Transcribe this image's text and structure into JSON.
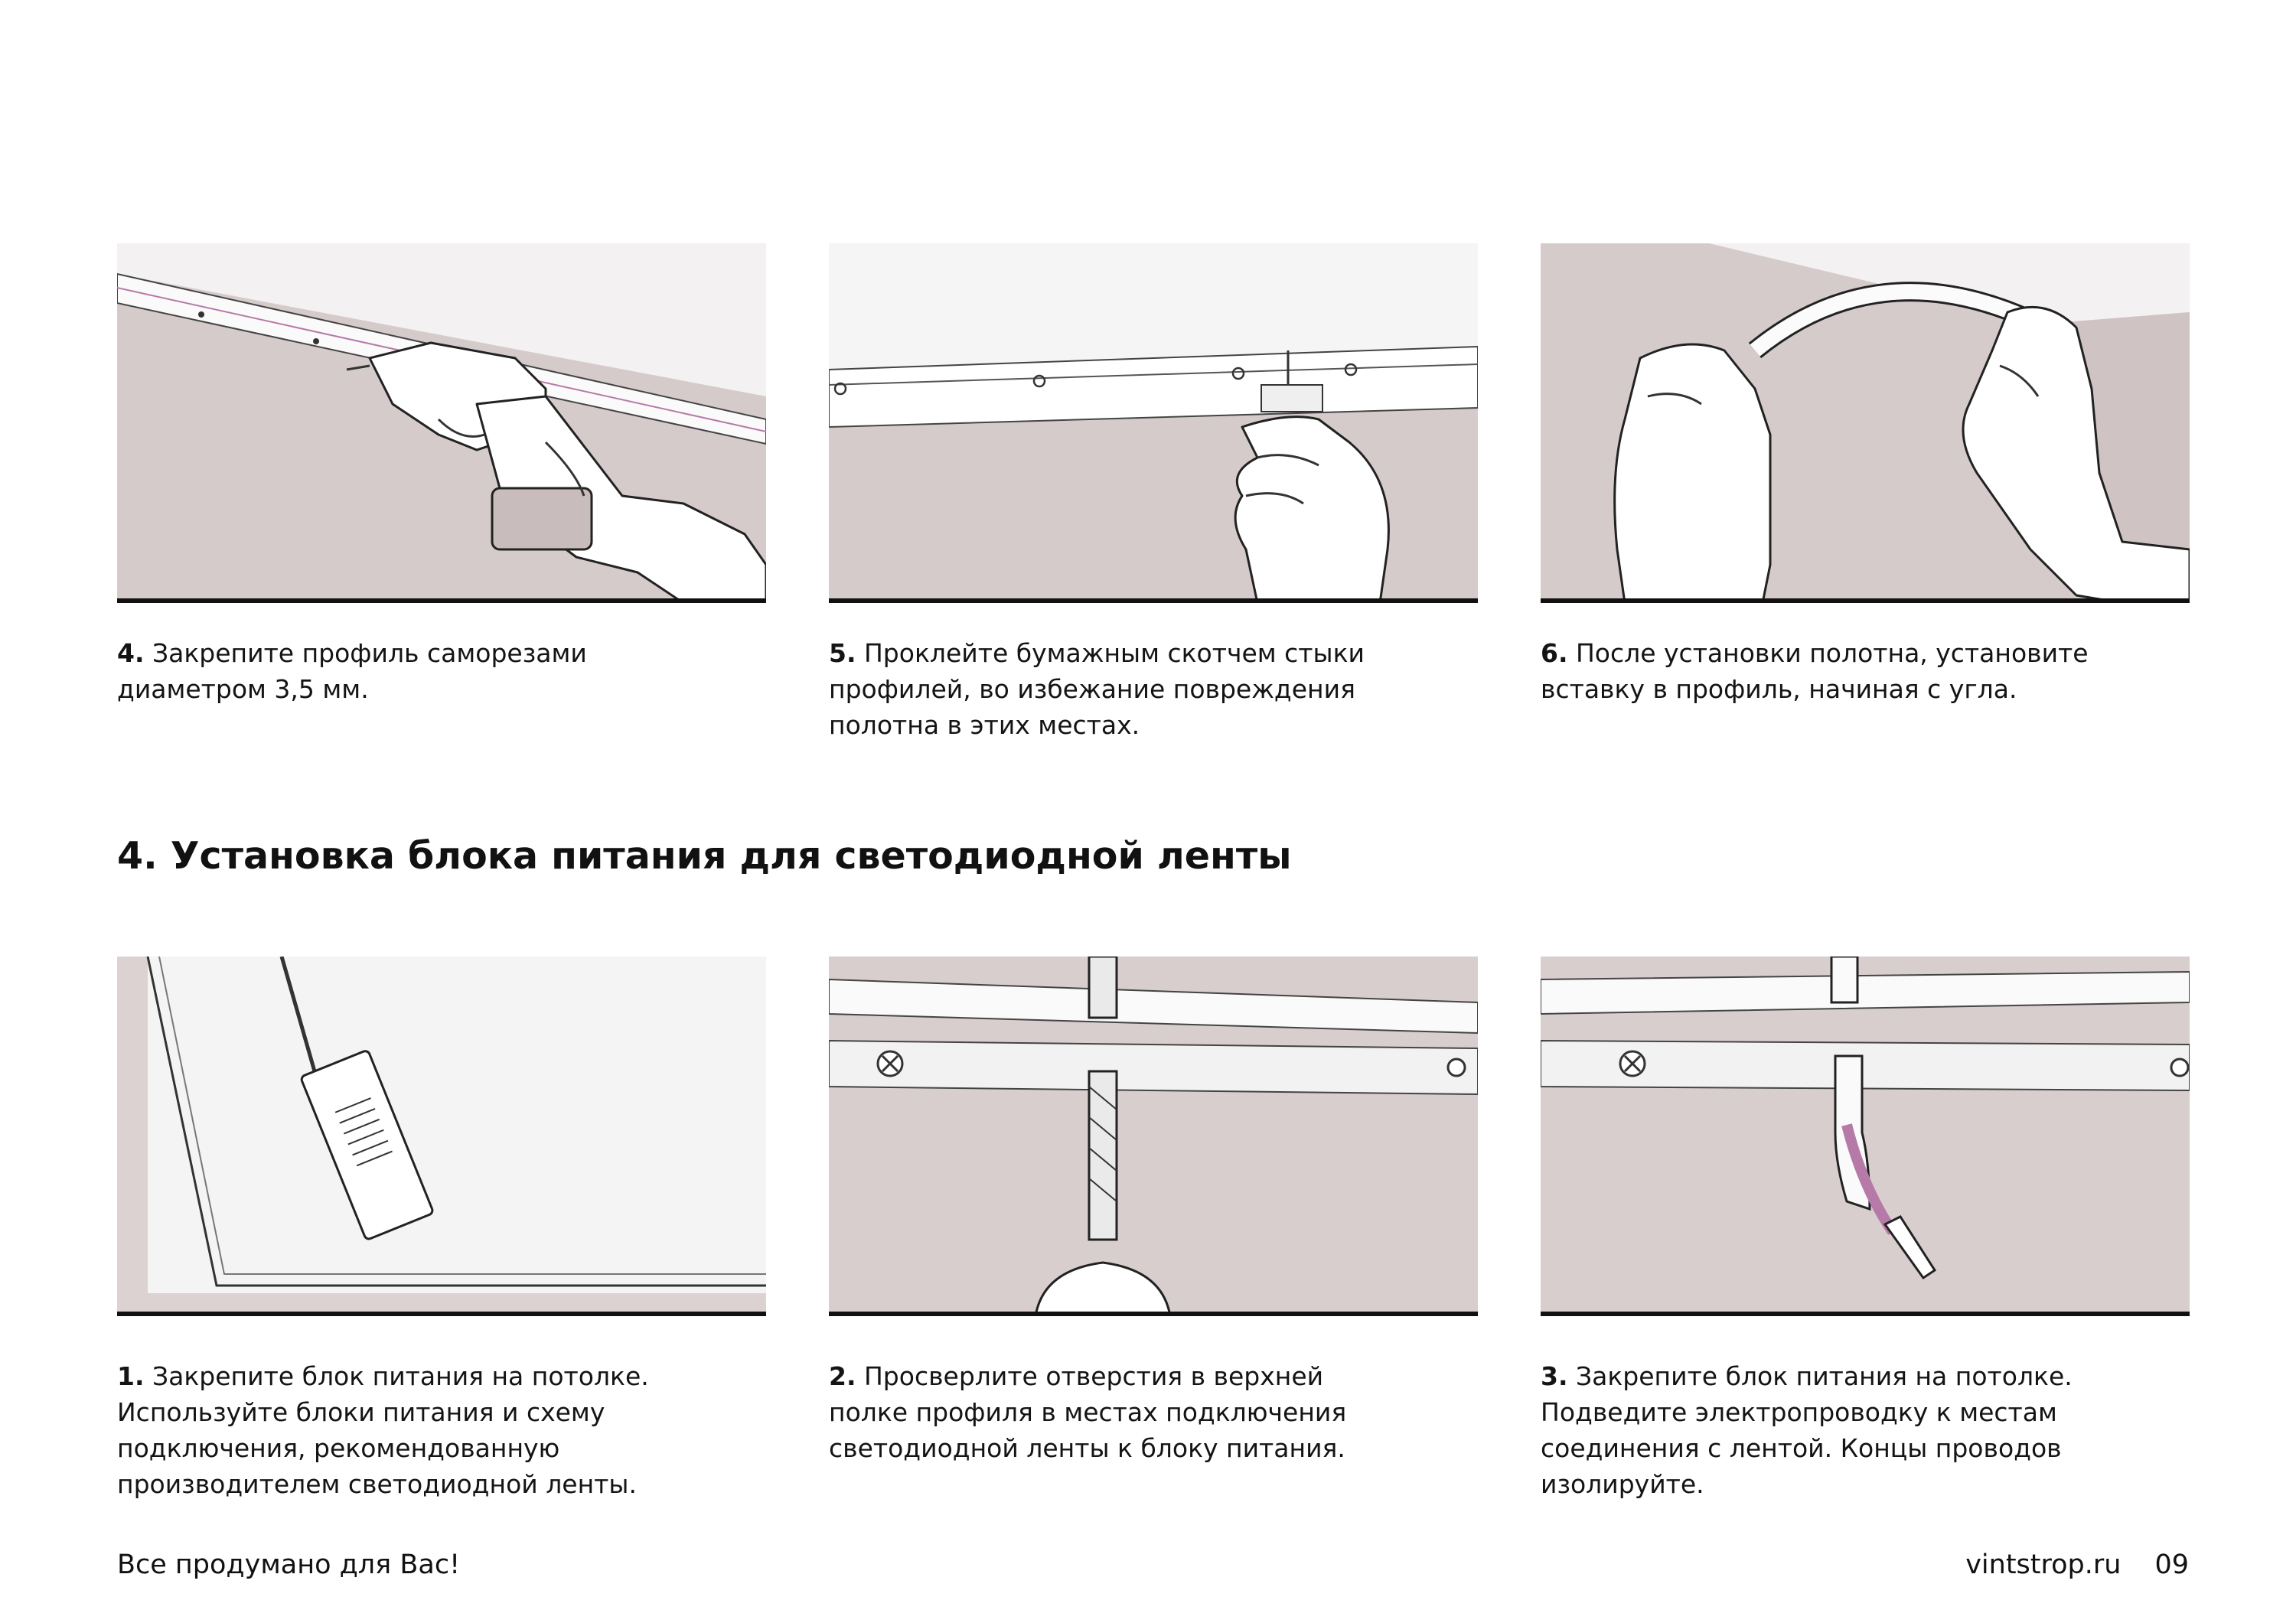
{
  "steps_top": [
    {
      "num": "4.",
      "text": " Закрепите профиль саморезами\nдиаметром 3,5 мм."
    },
    {
      "num": "5.",
      "text": " Проклейте бумажным скотчем стыки\nпрофилей, во избежание повреждения\nполотна в этих местах."
    },
    {
      "num": "6.",
      "text": " После установки полотна, установите\nвставку в профиль, начиная с угла."
    }
  ],
  "section_title": "4. Установка блока питания для светодиодной ленты",
  "steps_bottom": [
    {
      "num": "1.",
      "text": " Закрепите блок питания на потолке.\nИспользуйте блоки питания и схему\nподключения, рекомендованную\nпроизводителем светодиодной ленты."
    },
    {
      "num": "2.",
      "text": " Просверлите отверстия в верхней\nполке профиля в местах подключения\nсветодиодной ленты к блоку питания."
    },
    {
      "num": "3.",
      "text": " Закрепите блок питания на потолке.\nПодведите электропроводку к местам\nсоединения с лентой. Концы проводов\nизолируйте."
    }
  ],
  "footer": {
    "slogan": "Все продумано для Вас!",
    "site": "vintstrop.ru",
    "page": "09"
  },
  "colors": {
    "wall": "#d5c8c8",
    "ceiling": "#f2f2f2",
    "accent_wire": "#b67aa8",
    "ink": "#111111"
  }
}
